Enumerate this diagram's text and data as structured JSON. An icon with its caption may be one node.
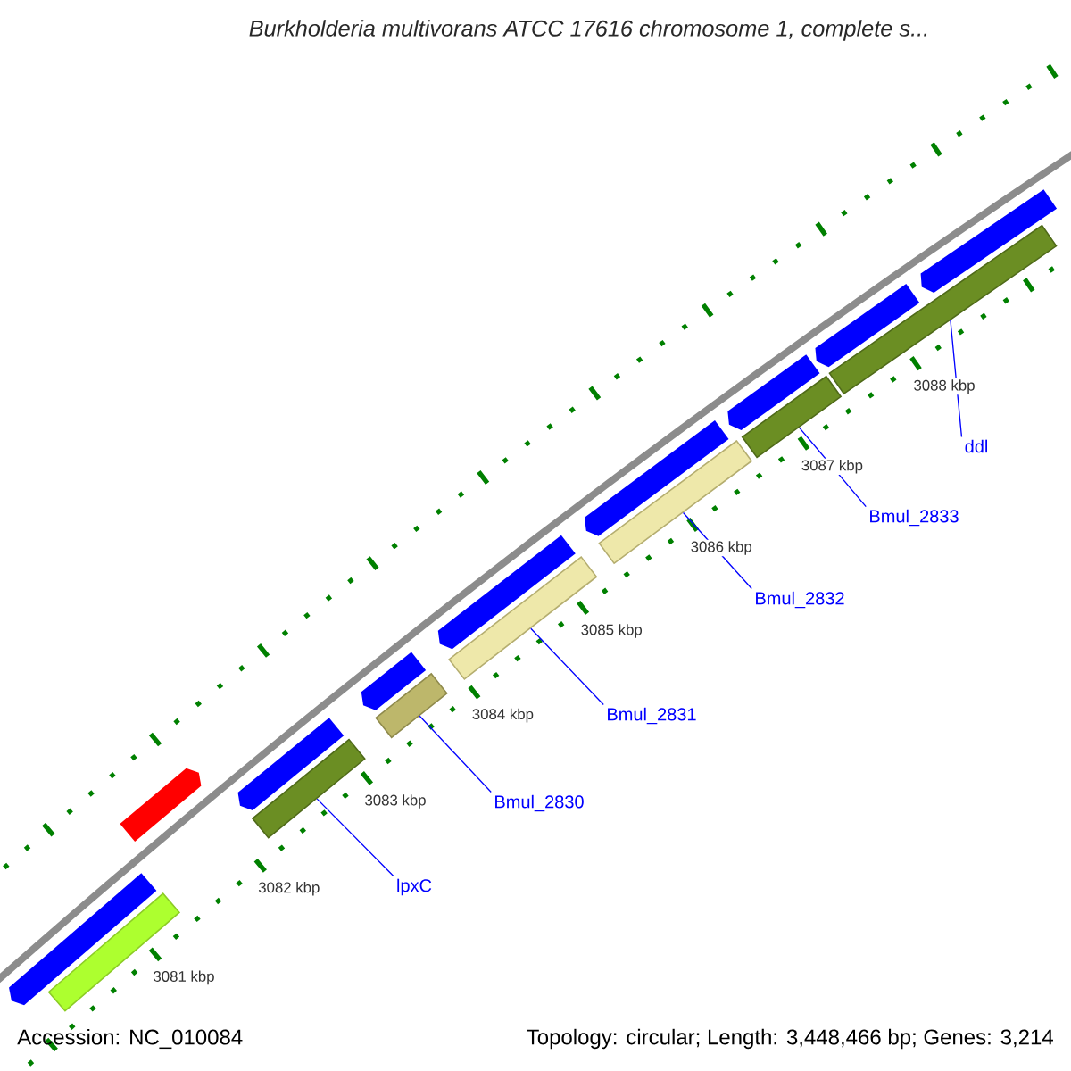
{
  "diagram": {
    "title": "*Burkholderia multivorans ATCC 17616 chromosome 1, complete s...*",
    "nodes": [
      {
        "text": [],
        "shape": "bar"
      },
      {
        "text": [],
        "shape": "bar"
      },
      {
        "text": [],
        "shape": "bar"
      },
      {
        "text": [],
        "shape": "bar"
      },
      {
        "text": [],
        "shape": "bar"
      },
      {
        "text": [],
        "shape": "bar"
      },
      {
        "text": [
          "lpxC"
        ]
      },
      {
        "text": [
          "Bmul_2830"
        ]
      },
      {
        "text": [
          "Bmul_2831"
        ]
      },
      {
        "text": [
          "Bmul_2832"
        ]
      },
      {
        "text": [
          "Bmul_2833"
        ]
      },
      {
        "text": [
          "ddl"
        ]
      },
      {
        "text": [],
        "shape": "pentagon"
      },
      {
        "text": [],
        "shape": "pentagon"
      },
      {
        "text": [],
        "shape": "pentagon"
      },
      {
        "text": [],
        "shape": "pentagon"
      },
      {
        "text": [],
        "shape": "pentagon"
      },
      {
        "text": [],
        "shape": "pentagon"
      },
      {
        "text": [],
        "shape": "pentagon"
      },
      {
        "text": [],
        "shape": "pentagon"
      },
      {
        "text": [],
        "shape": "pentagon"
      },
      {
        "text": [],
        "shape": "bar"
      }
    ],
    "edges": [
      {
        "from": 6,
        "to": 0,
        "arrow": "none"
      },
      {
        "from": 7,
        "to": 1,
        "arrow": "none"
      },
      {
        "from": 8,
        "to": 2,
        "arrow": "none"
      },
      {
        "from": 9,
        "to": 3,
        "arrow": "none"
      },
      {
        "from": 10,
        "to": 4,
        "arrow": "none"
      },
      {
        "from": 11,
        "to": 5,
        "arrow": "none"
      }
    ],
    "labels": [
      "3081 kbp",
      "3082 kbp",
      "3083 kbp",
      "3084 kbp",
      "3085 kbp",
      "3086 kbp",
      "3087 kbp",
      "3088 kbp",
      "Accession: NC_010084",
      "Topology: circular; Length: 3,448,466 bp; Genes: 3,214"
    ]
  }
}
